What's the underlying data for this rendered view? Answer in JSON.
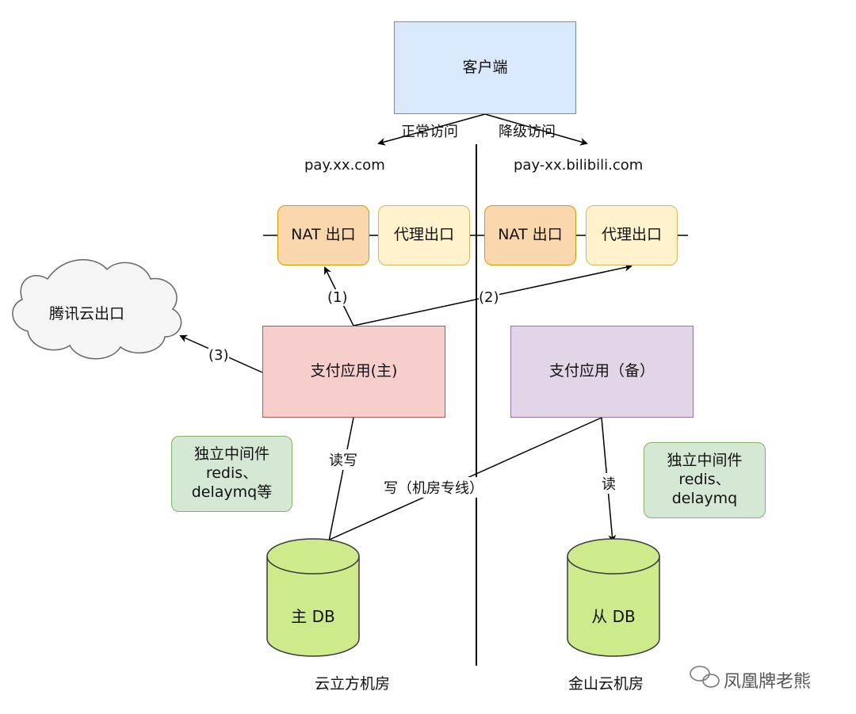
{
  "client": "客户端",
  "routes": {
    "normal_label": "正常访问",
    "degrade_label": "降级访问",
    "normal_domain": "pay.xx.com",
    "degrade_domain": "pay-xx.bilibili.com"
  },
  "exits": {
    "left_nat": "NAT 出口",
    "left_proxy": "代理出口",
    "right_nat": "NAT 出口",
    "right_proxy": "代理出口"
  },
  "cloud": "腾讯云出口",
  "paths": {
    "p1": "(1)",
    "p2": "(2)",
    "p3": "(3)"
  },
  "apps": {
    "main": "支付应用(主)",
    "backup": "支付应用（备）"
  },
  "middleware": {
    "left": [
      "独立中间件",
      "redis、",
      "delaymq等"
    ],
    "right": [
      "独立中间件",
      "redis、",
      "delaymq"
    ]
  },
  "edges": {
    "rw": "读写",
    "write_line": "写（机房专线）",
    "read": "读"
  },
  "dbs": {
    "master": "主 DB",
    "slave": "从 DB"
  },
  "datacenters": {
    "left": "云立方机房",
    "right": "金山云机房"
  },
  "watermark": "凤凰牌老熊"
}
